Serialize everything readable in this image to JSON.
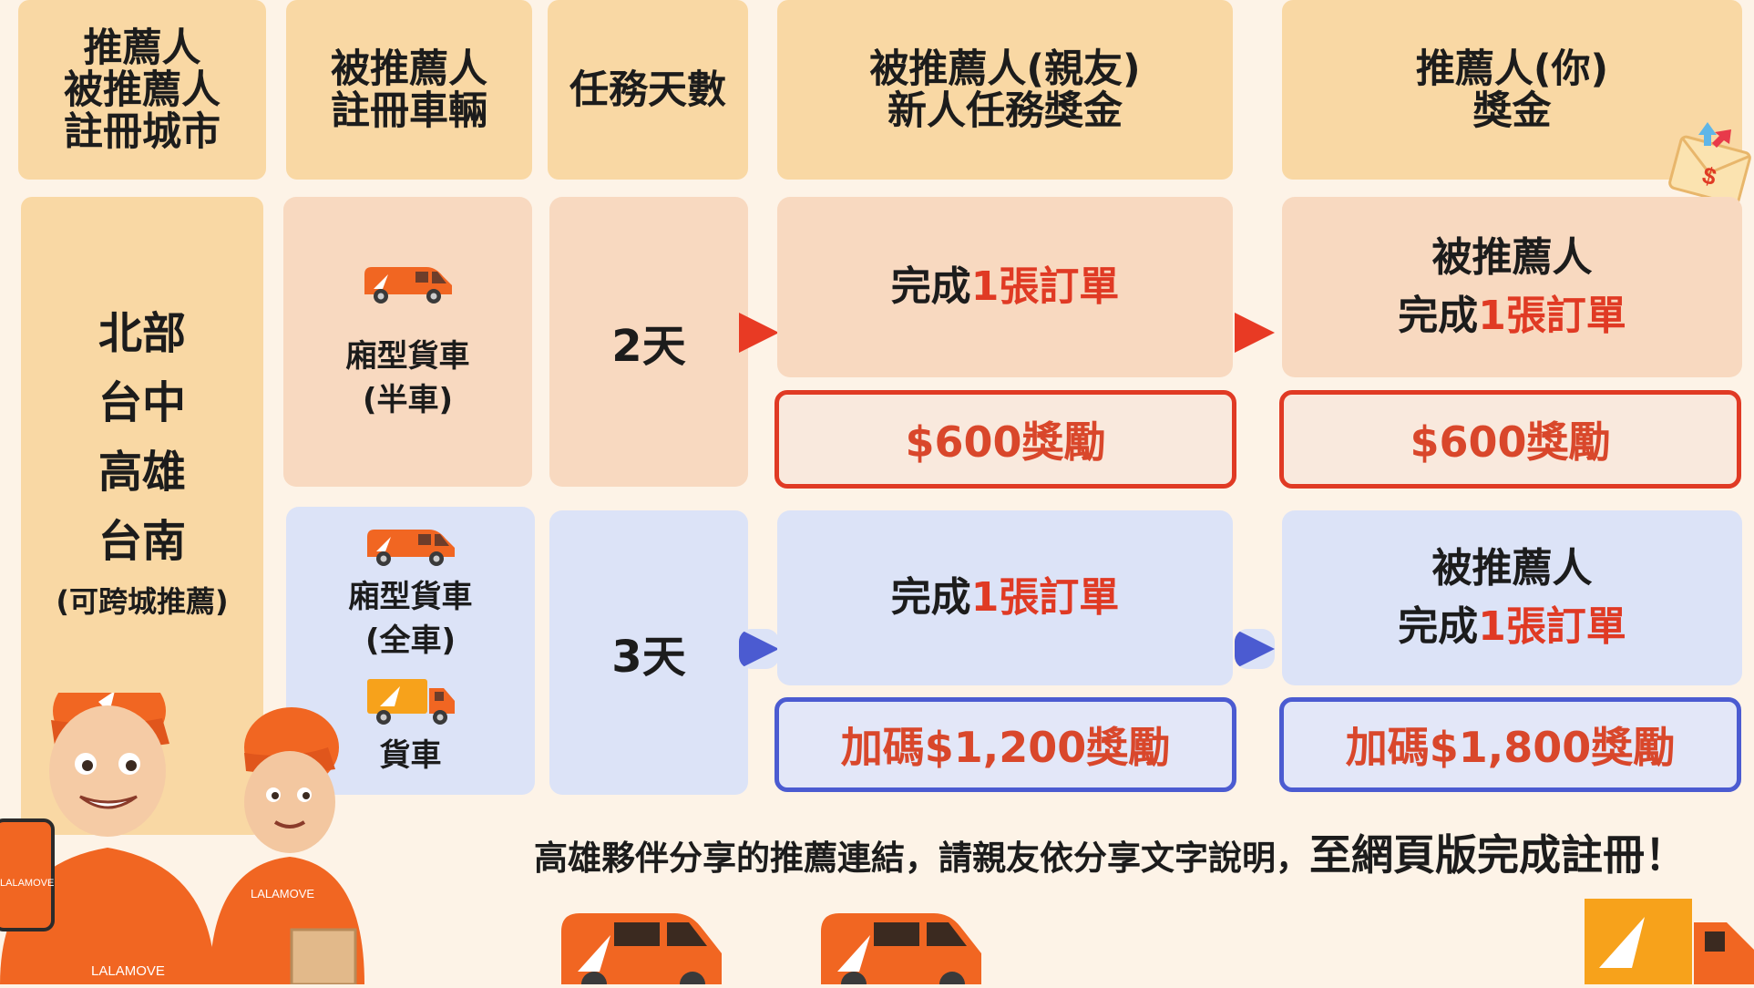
{
  "headers": {
    "city": [
      "推薦人",
      "被推薦人",
      "註冊城市"
    ],
    "vehicle": [
      "被推薦人",
      "註冊車輛"
    ],
    "days": "任務天數",
    "referee_bonus": [
      "被推薦人(親友)",
      "新人任務獎金"
    ],
    "referrer_bonus": [
      "推薦人(你)",
      "獎金"
    ]
  },
  "cities": [
    "北部",
    "台中",
    "高雄",
    "台南"
  ],
  "cross_city_note": "(可跨城推薦)",
  "rows": [
    {
      "vehicles": [
        {
          "icon": "van-icon",
          "label": "廂型貨車",
          "sub": "(半車)"
        }
      ],
      "days": "2天",
      "referee_task": {
        "prefix": "完成",
        "count": "1",
        "suffix": "張訂單"
      },
      "referee_reward": "$600獎勵",
      "referrer_task": {
        "line1": "被推薦人",
        "prefix": "完成",
        "count": "1",
        "suffix": "張訂單"
      },
      "referrer_reward": "$600獎勵"
    },
    {
      "vehicles": [
        {
          "icon": "van-icon",
          "label": "廂型貨車",
          "sub": "(全車)"
        },
        {
          "icon": "truck-icon",
          "label": "貨車"
        }
      ],
      "days": "3天",
      "referee_task": {
        "prefix": "完成",
        "count": "1",
        "suffix": "張訂單"
      },
      "referee_reward": "加碼$1,200獎勵",
      "referrer_task": {
        "line1": "被推薦人",
        "prefix": "完成",
        "count": "1",
        "suffix": "張訂單"
      },
      "referrer_reward": "加碼$1,800獎勵"
    }
  ],
  "footnote": {
    "main": "高雄夥伴分享的推薦連結，請親友依分享文字說明，",
    "emphasis": "至網頁版完成註冊！"
  },
  "brand_text": "LALAMOVE",
  "colors": {
    "background": "#fdf3e7",
    "header": "#f9d8a4",
    "peach_row": "#f8d9c0",
    "blue_row": "#dce3f7",
    "accent_red": "#e03a24",
    "accent_blue": "#4b5bd1",
    "brand_orange": "#f16622"
  }
}
